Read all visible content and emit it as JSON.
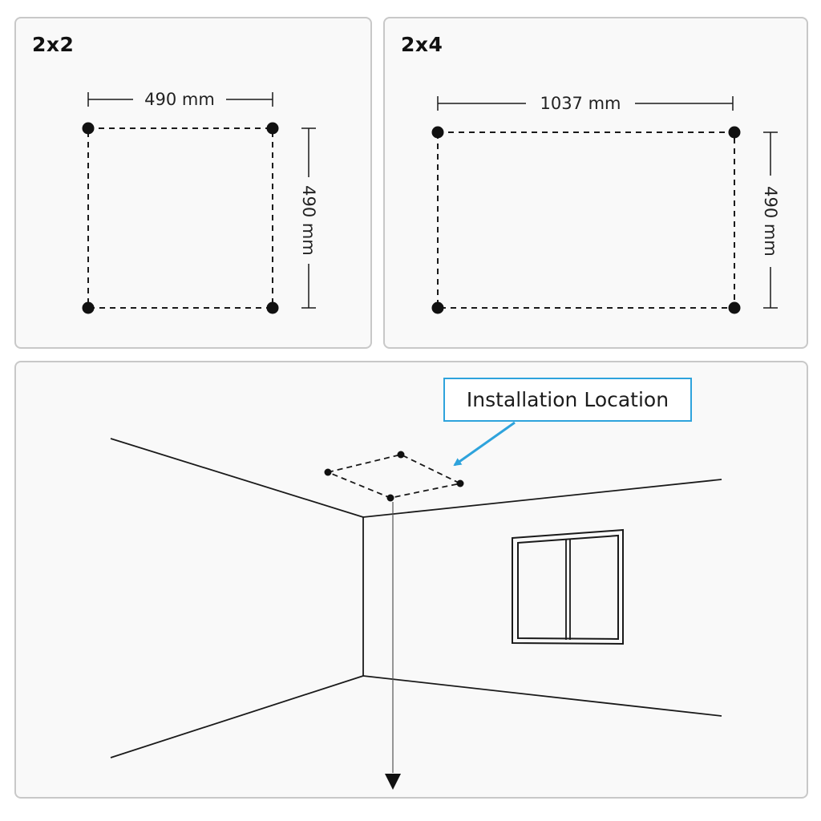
{
  "layouts": [
    {
      "title": "2x2",
      "width_label": "490 mm",
      "height_label": "490 mm"
    },
    {
      "title": "2x4",
      "width_label": "1037 mm",
      "height_label": "490 mm"
    }
  ],
  "installation": {
    "callout_label": "Installation Location",
    "callout_color": "#2ea3dc"
  },
  "colors": {
    "line": "#1a1a1a",
    "panel_border": "#c8c8c8",
    "panel_bg": "#f9f9f9"
  }
}
